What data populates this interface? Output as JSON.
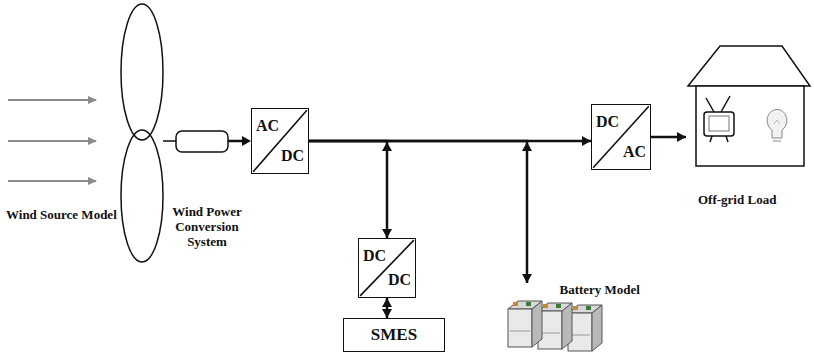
{
  "diagram": {
    "nodes": [
      {
        "text": [
          "AC",
          "DC"
        ]
      },
      {
        "text": [
          "DC",
          "DC"
        ]
      },
      {
        "text": [
          "SMES"
        ]
      },
      {
        "text": [
          "Battery Model"
        ]
      },
      {
        "text": [
          "DC",
          "AC"
        ]
      },
      {
        "text": [
          "Off-grid Load"
        ]
      }
    ],
    "edges": [
      {
        "from": 0,
        "to": 4,
        "arrow": "to"
      },
      {
        "from": 0,
        "to": 1,
        "arrow": "both"
      },
      {
        "from": 0,
        "to": 3,
        "arrow": "both"
      },
      {
        "from": 1,
        "to": 2,
        "arrow": "both"
      },
      {
        "from": 4,
        "to": 5,
        "arrow": "to"
      }
    ],
    "labels": [
      "Wind Source Model",
      "Wind Power Conversion System"
    ]
  }
}
